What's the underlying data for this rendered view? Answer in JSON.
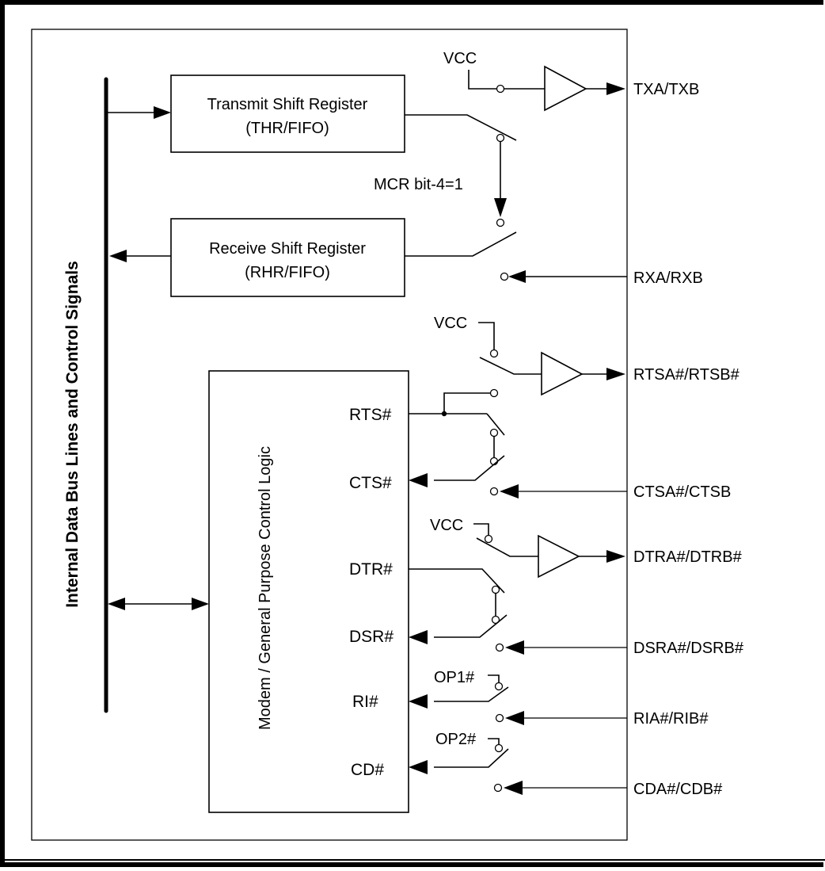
{
  "diagram": {
    "bus_label": "Internal Data Bus Lines and Control Signals",
    "blocks": {
      "tsr": {
        "line1": "Transmit Shift Register",
        "line2": "(THR/FIFO)"
      },
      "rsr": {
        "line1": "Receive Shift Register",
        "line2": "(RHR/FIFO)"
      },
      "modem": {
        "label": "Modem / General Purpose  Control Logic"
      }
    },
    "loopback_label": "MCR bit-4=1",
    "internal_signals": {
      "rts": "RTS#",
      "cts": "CTS#",
      "dtr": "DTR#",
      "dsr": "DSR#",
      "ri": "RI#",
      "cd": "CD#"
    },
    "supplies": {
      "vcc_tx": "VCC",
      "vcc_rts": "VCC",
      "vcc_dtr": "VCC",
      "op1": "OP1#",
      "op2": "OP2#"
    },
    "pins": {
      "tx": "TXA/TXB",
      "rx": "RXA/RXB",
      "rts": "RTSA#/RTSB#",
      "cts": "CTSA#/CTSB",
      "dtr": "DTRA#/DTRB#",
      "dsr": "DSRA#/DSRB#",
      "ri": "RIA#/RIB#",
      "cd": "CDA#/CDB#"
    }
  }
}
